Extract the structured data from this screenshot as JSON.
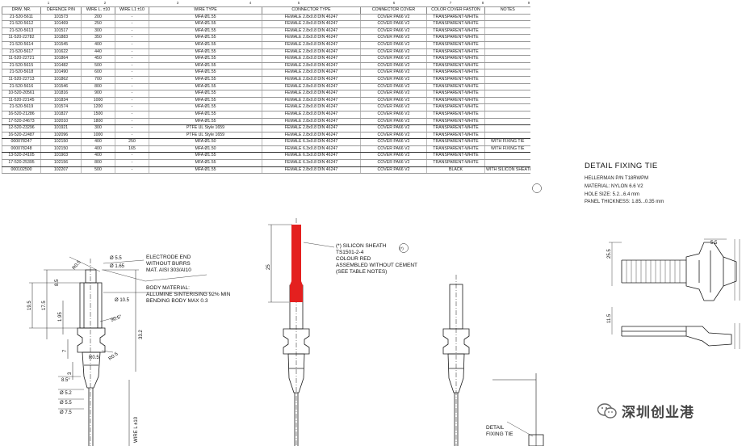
{
  "column_numbers": [
    "1",
    "2",
    "3",
    "4",
    "5",
    "6",
    "7",
    "8",
    "9"
  ],
  "table": {
    "headers": [
      "DRW. NR.",
      "DEFENCE P/N",
      "WIRE L. ±10",
      "WIRE L1 ±10",
      "WIRE TYPE",
      "CONNECTOR TYPE",
      "CONNECTOR COVER",
      "COLOR COVER FASTON",
      "NOTES"
    ],
    "rows": [
      [
        "21-520-5611",
        "101573",
        "200",
        "-",
        "MFA Ø1.55",
        "FEMALE 2.8x0.8 DIN 46247",
        "COVER PA66 V2",
        "TRANSPARENT-WHITE",
        ""
      ],
      [
        "21-520-5612",
        "101469",
        "250",
        "-",
        "MFA Ø1.55",
        "FEMALE 2.8x0.8 DIN 46247",
        "COVER PA66 V2",
        "TRANSPARENT-WHITE",
        ""
      ],
      [
        "21-520-5613",
        "101517",
        "300",
        "-",
        "MFA Ø1.55",
        "FEMALE 2.8x0.8 DIN 46247",
        "COVER PA66 V2",
        "TRANSPARENT-WHITE",
        ""
      ],
      [
        "11-520-22782",
        "101883",
        "350",
        "-",
        "MFA Ø1.55",
        "FEMALE 2.8x0.8 DIN 46247",
        "COVER PA66 V2",
        "TRANSPARENT-WHITE",
        ""
      ],
      [
        "21-520-5614",
        "101545",
        "400",
        "-",
        "MFA Ø1.55",
        "FEMALE 2.8x0.8 DIN 46247",
        "COVER PA66 V2",
        "TRANSPARENT-WHITE",
        ""
      ],
      [
        "21-520-5617",
        "101622",
        "440",
        "-",
        "MFA Ø1.55",
        "FEMALE 2.8x0.8 DIN 46247",
        "COVER PA66 V2",
        "TRANSPARENT-WHITE",
        ""
      ],
      [
        "11-520-22721",
        "101864",
        "450",
        "-",
        "MFA Ø1.55",
        "FEMALE 2.8x0.8 DIN 46247",
        "COVER PA66 V2",
        "TRANSPARENT-WHITE",
        ""
      ],
      [
        "21-520-5615",
        "101482",
        "500",
        "-",
        "MFA Ø1.55",
        "FEMALE 2.8x0.8 DIN 46247",
        "COVER PA66 V2",
        "TRANSPARENT-WHITE",
        ""
      ],
      [
        "21-520-5618",
        "101490",
        "600",
        "-",
        "MFA Ø1.55",
        "FEMALE 2.8x0.8 DIN 46247",
        "COVER PA66 V2",
        "TRANSPARENT-WHITE",
        ""
      ],
      [
        "11-520-22713",
        "101862",
        "700",
        "-",
        "MFA Ø1.55",
        "FEMALE 2.8x0.8 DIN 46247",
        "COVER PA66 V2",
        "TRANSPARENT-WHITE",
        ""
      ],
      [
        "21-520-5616",
        "101546",
        "800",
        "-",
        "MFA Ø1.55",
        "FEMALE 2.8x0.8 DIN 46247",
        "COVER PA66 V2",
        "TRANSPARENT-WHITE",
        ""
      ],
      [
        "10-520-20561",
        "101816",
        "900",
        "-",
        "MFA Ø1.55",
        "FEMALE 2.8x0.8 DIN 46247",
        "COVER PA66 V2",
        "TRANSPARENT-WHITE",
        ""
      ],
      [
        "11-520-22145",
        "101834",
        "1000",
        "-",
        "MFA Ø1.55",
        "FEMALE 2.8x0.8 DIN 46247",
        "COVER PA66 V2",
        "TRANSPARENT-WHITE",
        ""
      ],
      [
        "21-520-5619",
        "101574",
        "1200",
        "-",
        "MFA Ø1.55",
        "FEMALE 2.8x0.8 DIN 46247",
        "COVER PA66 V2",
        "TRANSPARENT-WHITE",
        ""
      ],
      [
        "16-520-21286",
        "101827",
        "1500",
        "-",
        "MFA Ø1.55",
        "FEMALE 2.8x0.8 DIN 46247",
        "COVER PA66 V2",
        "TRANSPARENT-WHITE",
        ""
      ],
      [
        "17-520-24673",
        "102010",
        "1800",
        "-",
        "MFA Ø1.55",
        "FEMALE 2.8x0.8 DIN 46247",
        "COVER PA66 V2",
        "TRANSPARENT-WHITE",
        ""
      ],
      [
        "12-520-23296",
        "101921",
        "300",
        "-",
        "PTFE UL Style 1659",
        "FEMALE 2.8x0.8 DIN 46247",
        "COVER PA66 V2",
        "TRANSPARENT-WHITE",
        ""
      ],
      [
        "16-520-22487",
        "102096",
        "1000",
        "-",
        "PTFE UL Style 1659",
        "FEMALE 2.8x0.8 DIN 46247",
        "COVER PA66 V2",
        "TRANSPARENT-WHITE",
        ""
      ],
      [
        "000078247",
        "102150",
        "400",
        "250",
        "MFA Ø1.50",
        "FEMALE 6.3x0.8 DIN 46247",
        "COVER PA66 V2",
        "TRANSPARENT-WHITE",
        "WITH FIXING TIE"
      ],
      [
        "000078248",
        "102150",
        "400",
        "165",
        "MFA Ø1.50",
        "FEMALE 6.3x0.8 DIN 46247",
        "COVER PA66 V2",
        "TRANSPARENT-WHITE",
        "WITH FIXING TIE"
      ],
      [
        "13-520-24105",
        "101903",
        "400",
        "-",
        "MFA Ø1.55",
        "FEMALE 6.3x0.8 DIN 46247",
        "COVER PA66 V2",
        "TRANSPARENT-WHITE",
        ""
      ],
      [
        "17-520-25395",
        "102156",
        "800",
        "-",
        "MFA Ø1.55",
        "FEMALE 6.3x0.8 DIN 46247",
        "COVER PA66 V2",
        "TRANSPARENT-WHITE",
        ""
      ],
      [
        "000102500",
        "102207",
        "500",
        "-",
        "MFA Ø1.55",
        "FEMALE 2.8x0.8 DIN 46247",
        "COVER PA66 V2",
        "BLACK",
        "WITH SILICON SHEATH (*)"
      ]
    ]
  },
  "detail_fixing_tie": {
    "title": "DETAIL FIXING TIE",
    "lines": [
      "HELLERMAN P/N T18RWPM",
      "MATERIAL: NYLON 6.6 V2",
      "HOLE SIZE: 5.2...6.4 mm",
      "PANEL THICKNESS: 1.85...0.35 mm"
    ]
  },
  "notes": {
    "electrode": [
      "ELECTRODE END",
      "WITHOUT BURRS",
      "MAT. AISI 303/AI10"
    ],
    "body": [
      "BODY MATERIAL:",
      "ALLUMINE SINTERISING 92% MIN",
      "BENDING BODY MAX 0.3"
    ],
    "sheath": [
      "(*) SILICON SHEATH",
      "TS1501-2-4",
      "COLOUR RED",
      "ASSEMBLED WITHOUT CEMENT",
      "(SEE TABLE NOTES)"
    ],
    "detail_ref": [
      "DETAIL",
      "FIXING TIE"
    ]
  },
  "dimensions": {
    "d_top": "Ø 5.5",
    "d_tip": "Ø 1.65",
    "d_body": "Ø 10.5",
    "r1": "R0.5",
    "r2": "R0.5",
    "r3": "R0.5",
    "angle": "90.5°",
    "h1": "19.5",
    "h2": "17.5",
    "h3": "1.95",
    "h4": "7",
    "h5": "3",
    "h6": "8.5",
    "w1": "8.5°",
    "d_low1": "Ø 5.2",
    "d_low2": "Ø 5.5",
    "d_low3": "Ø 7.5",
    "len_main": "33.2",
    "wire_len": "WIRE L ±10",
    "sheath_len": "25",
    "sheath_badge": "(*)",
    "tie_w": "5.5",
    "tie_h1": "25.5",
    "tie_h2": "11.5"
  },
  "watermark": "深圳创业港",
  "colors": {
    "sheath": "#e4201f",
    "line": "#1a1a1a"
  }
}
